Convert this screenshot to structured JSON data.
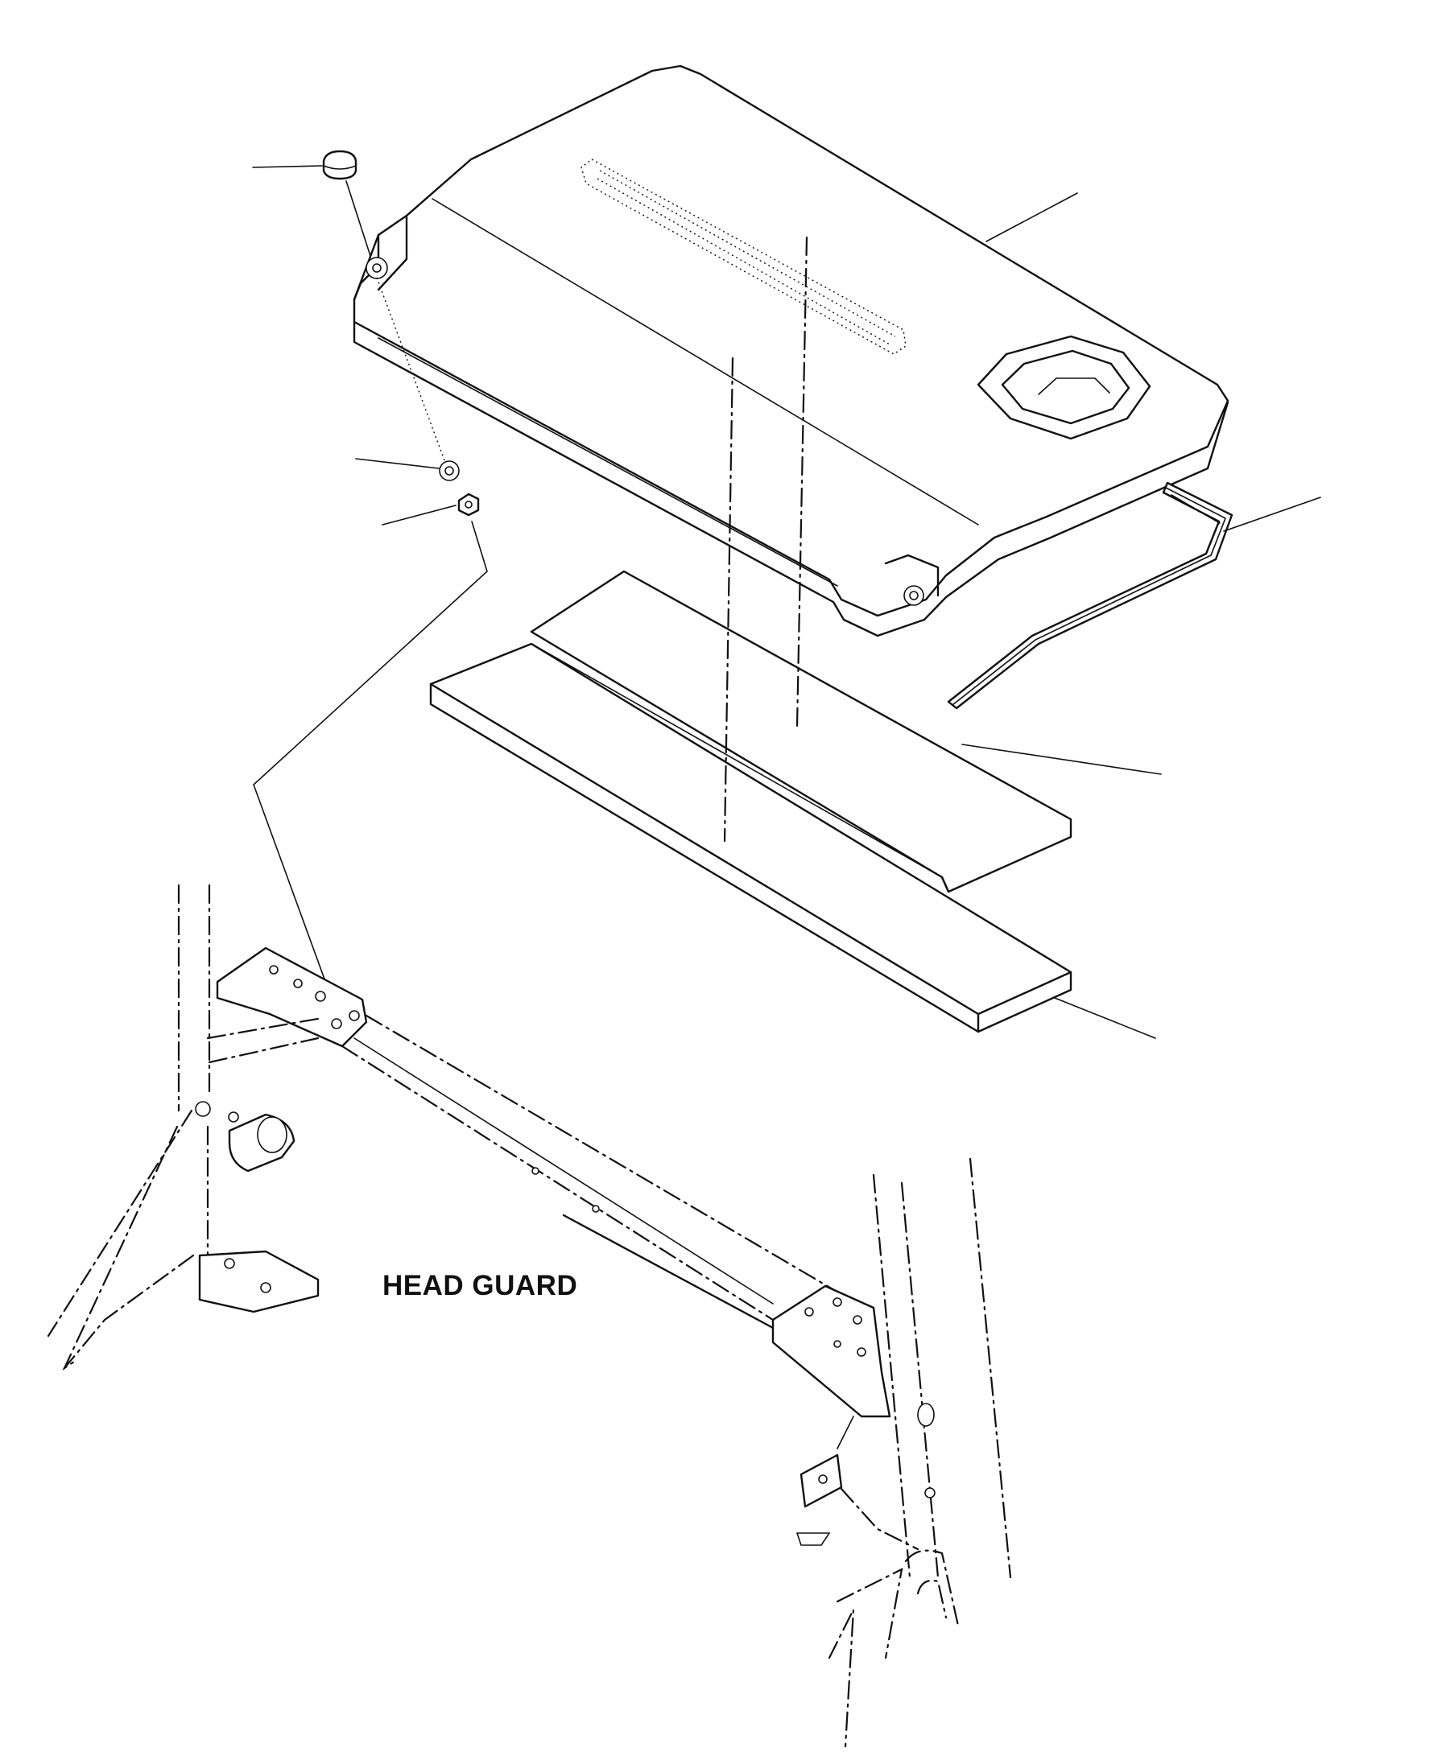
{
  "diagram": {
    "caption": "HEAD GUARD",
    "parts": [
      {
        "name": "roof-cover"
      },
      {
        "name": "cap-bolt"
      },
      {
        "name": "washer"
      },
      {
        "name": "nut"
      },
      {
        "name": "weather-strip"
      },
      {
        "name": "roof-pad-upper"
      },
      {
        "name": "roof-pad-lower"
      }
    ],
    "leader_count": 7,
    "line_color": "#111111",
    "background": "#ffffff"
  }
}
